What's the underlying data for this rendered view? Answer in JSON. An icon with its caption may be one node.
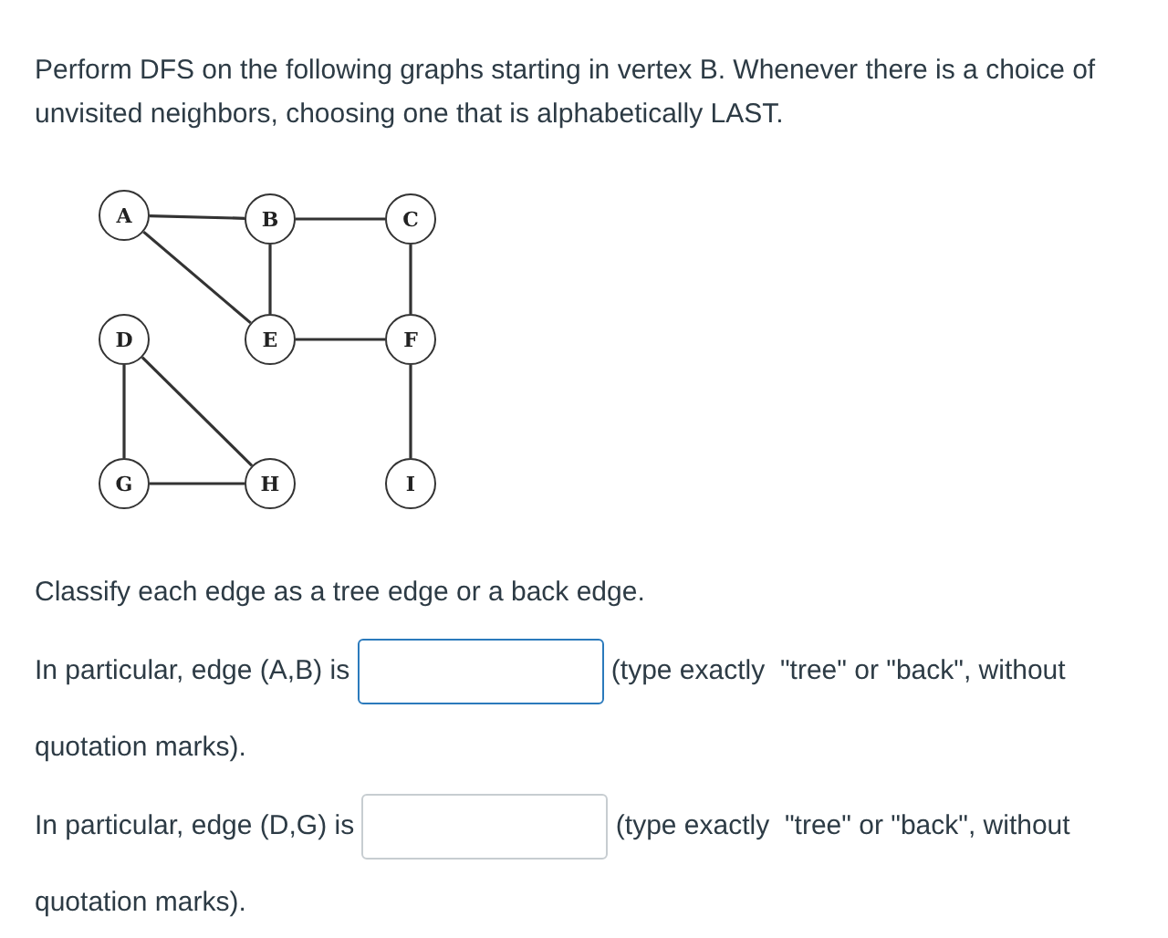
{
  "diagram": {
    "nodes": [
      {
        "text": [
          "A"
        ]
      },
      {
        "text": [
          "B"
        ]
      },
      {
        "text": [
          "C"
        ]
      },
      {
        "text": [
          "D"
        ]
      },
      {
        "text": [
          "E"
        ]
      },
      {
        "text": [
          "F"
        ]
      },
      {
        "text": [
          "G"
        ]
      },
      {
        "text": [
          "H"
        ]
      },
      {
        "text": [
          "I"
        ]
      }
    ],
    "edges": [
      {
        "from": 0,
        "to": 1,
        "arrow": "none"
      },
      {
        "from": 1,
        "to": 2,
        "arrow": "none"
      },
      {
        "from": 0,
        "to": 4,
        "arrow": "none"
      },
      {
        "from": 1,
        "to": 4,
        "arrow": "none"
      },
      {
        "from": 2,
        "to": 5,
        "arrow": "none"
      },
      {
        "from": 4,
        "to": 5,
        "arrow": "none"
      },
      {
        "from": 3,
        "to": 6,
        "arrow": "none"
      },
      {
        "from": 3,
        "to": 7,
        "arrow": "none"
      },
      {
        "from": 6,
        "to": 7,
        "arrow": "none"
      },
      {
        "from": 5,
        "to": 8,
        "arrow": "none"
      }
    ],
    "labels": [
      "Perform DFS on the following graphs starting in vertex B. Whenever there is a choice of unvisited neighbors, choosing one that is alphabetically LAST.",
      "Classify each edge as a tree edge or a back edge.",
      "In particular, edge (A,B) is",
      "(type exactly  \"tree\" or \"back\", without quotation marks).",
      "In particular, edge (D,G) is",
      "(type exactly  \"tree\" or \"back\", without quotation marks)."
    ]
  }
}
